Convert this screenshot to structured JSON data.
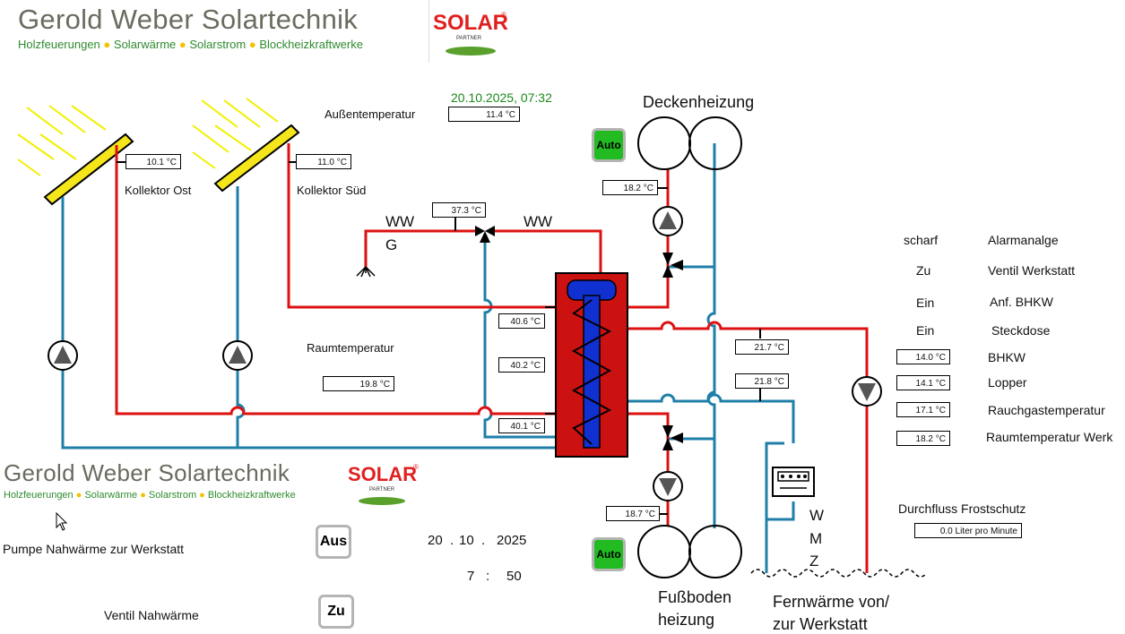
{
  "brand": {
    "title": "Gerold Weber Solartechnik",
    "subtitle_parts": [
      "Holzfeuerungen",
      "Solarwärme",
      "Solarstrom",
      "Blockheizkraftwerke"
    ],
    "logo_text": "SOLAR",
    "logo_sub": "PARTNER",
    "logo_reg": "®"
  },
  "datetime": "20.10.2025,  07:32",
  "outside": {
    "label": "Außentemperatur",
    "value": "11.4 °C"
  },
  "collectors": {
    "east": {
      "label": "Kollektor Ost",
      "temp": "10.1 °C"
    },
    "south": {
      "label": "Kollektor Süd",
      "temp": "11.0 °C"
    }
  },
  "room": {
    "label": "Raumtemperatur",
    "value": "19.8 °C"
  },
  "hotwater": {
    "ww_left": "WW",
    "g": "G",
    "ww_right": "WW",
    "mix_temp": "37.3 °C"
  },
  "storage": {
    "t_top": "40.6 °C",
    "t_mid": "40.2 °C",
    "t_bottom": "40.1 °C"
  },
  "ceiling_heating": {
    "label": "Deckenheizung",
    "auto_label": "Auto",
    "temp": "18.2 °C"
  },
  "floor_heating": {
    "label_line1": "Fußboden",
    "label_line2": "heizung",
    "auto_label": "Auto",
    "temp": "18.7 °C"
  },
  "district": {
    "label_line1": "Fernwärme von/",
    "label_line2": "zur Werkstatt",
    "t_supply": "21.7 °C",
    "t_return": "21.8 °C",
    "wmz": [
      "W",
      "M",
      "Z"
    ]
  },
  "status": [
    {
      "value": "scharf",
      "label": "Alarmanalge"
    },
    {
      "value": "Zu",
      "label": "Ventil Werkstatt"
    },
    {
      "value": "Ein",
      "label": "Anf. BHKW"
    },
    {
      "value": "Ein",
      "label": "Steckdose"
    }
  ],
  "readings": [
    {
      "value": "14.0 °C",
      "label": "BHKW"
    },
    {
      "value": "14.1 °C",
      "label": "Lopper"
    },
    {
      "value": "17.1 °C",
      "label": "Rauchgastemperatur"
    },
    {
      "value": "18.2 °C",
      "label": "Raumtemperatur Werk"
    }
  ],
  "flow": {
    "label": "Durchfluss Frostschutz",
    "value": "0.0 Liter pro Minute"
  },
  "controls": {
    "pump_label": "Pumpe  Nahwärme zur Werkstatt",
    "pump_button": "Aus",
    "valve_label": "Ventil Nahwärme",
    "valve_button": "Zu",
    "date_day": "20",
    "date_month": "10",
    "date_year": "2025",
    "time_hour": "7",
    "time_min": "50",
    "dot": ".",
    "colon": ":"
  },
  "colors": {
    "red": "#dd1111",
    "blue": "#1f7fa8",
    "yellow": "#f0e020",
    "green": "#22bb22",
    "logo_red": "#e02020",
    "logo_green": "#5aa02c"
  }
}
